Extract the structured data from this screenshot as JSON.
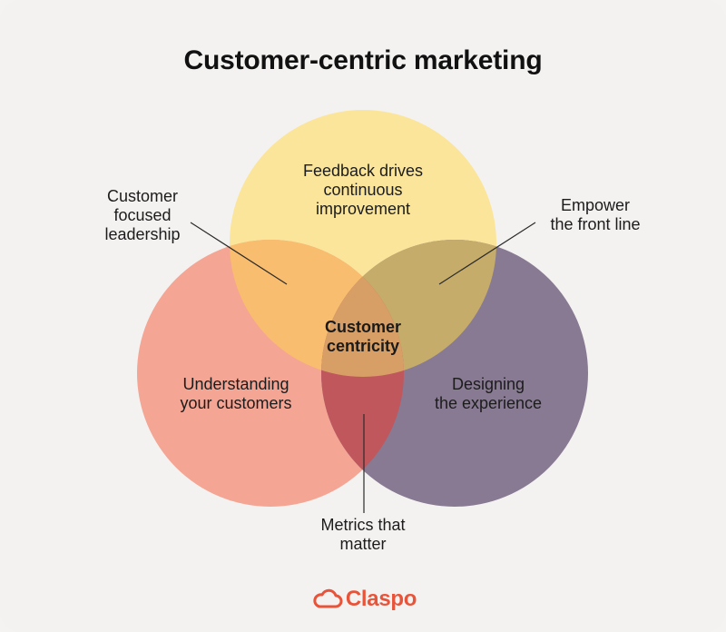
{
  "title": "Customer-centric marketing",
  "circles": {
    "top": {
      "label": "Feedback drives\ncontinuous\nimprovement",
      "color": "#fbe59a"
    },
    "left": {
      "label": "Understanding\nyour customers",
      "color": "#f4a593"
    },
    "right": {
      "label": "Designing\nthe experience",
      "color": "#877a92"
    }
  },
  "overlaps": {
    "top_left": {
      "label": "Customer\nfocused\nleadership",
      "color": "#f8bd6e"
    },
    "top_right": {
      "label": "Empower\nthe front line",
      "color": "#c6ac6b"
    },
    "left_right": {
      "label": "Metrics that\nmatter",
      "color": "#c0575d"
    },
    "center": {
      "label": "Customer\ncentricity",
      "color": "#d79f66"
    }
  },
  "brand": {
    "name": "Claspo",
    "color": "#e8543a"
  }
}
